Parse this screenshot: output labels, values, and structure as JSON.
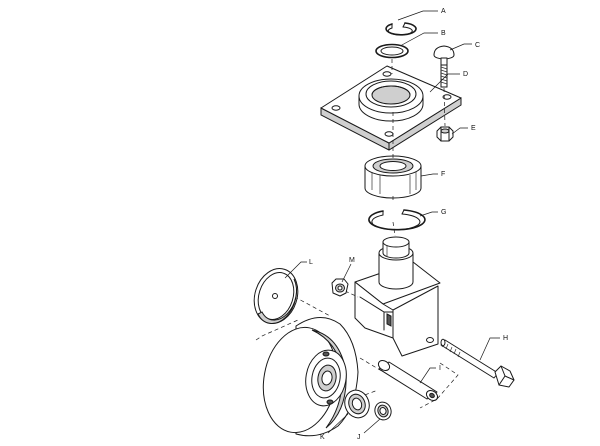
{
  "callouts": {
    "a": "A",
    "b": "B",
    "c": "C",
    "d": "D",
    "e": "E",
    "f": "F",
    "g": "G",
    "h": "H",
    "i": "I",
    "j": "J",
    "k": "K",
    "l": "L",
    "m": "M"
  },
  "colors": {
    "line": "#1a1a1a",
    "shade": "#cfcfcf",
    "dark_shade": "#555555",
    "background": "#ffffff"
  }
}
